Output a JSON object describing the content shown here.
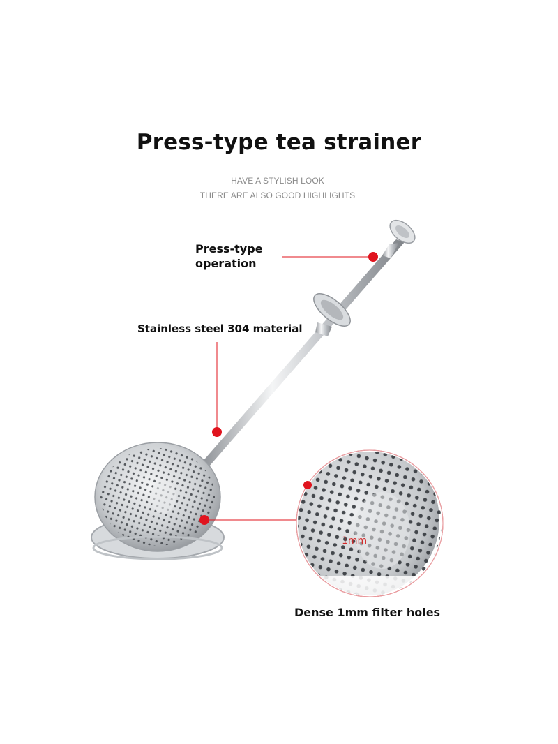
{
  "header": {
    "title": "Press-type tea strainer",
    "subtitle_line1": "HAVE A STYLISH LOOK",
    "subtitle_line2": "THERE ARE ALSO GOOD HIGHLIGHTS"
  },
  "callouts": {
    "press_type": "Press-type operation",
    "material": "Stainless steel 304 material",
    "filter_holes": "Dense 1mm filter holes",
    "hole_size": "1mm"
  },
  "colors": {
    "accent_red": "#e0141e",
    "steel": "#c9ccd0",
    "text": "#111111"
  }
}
